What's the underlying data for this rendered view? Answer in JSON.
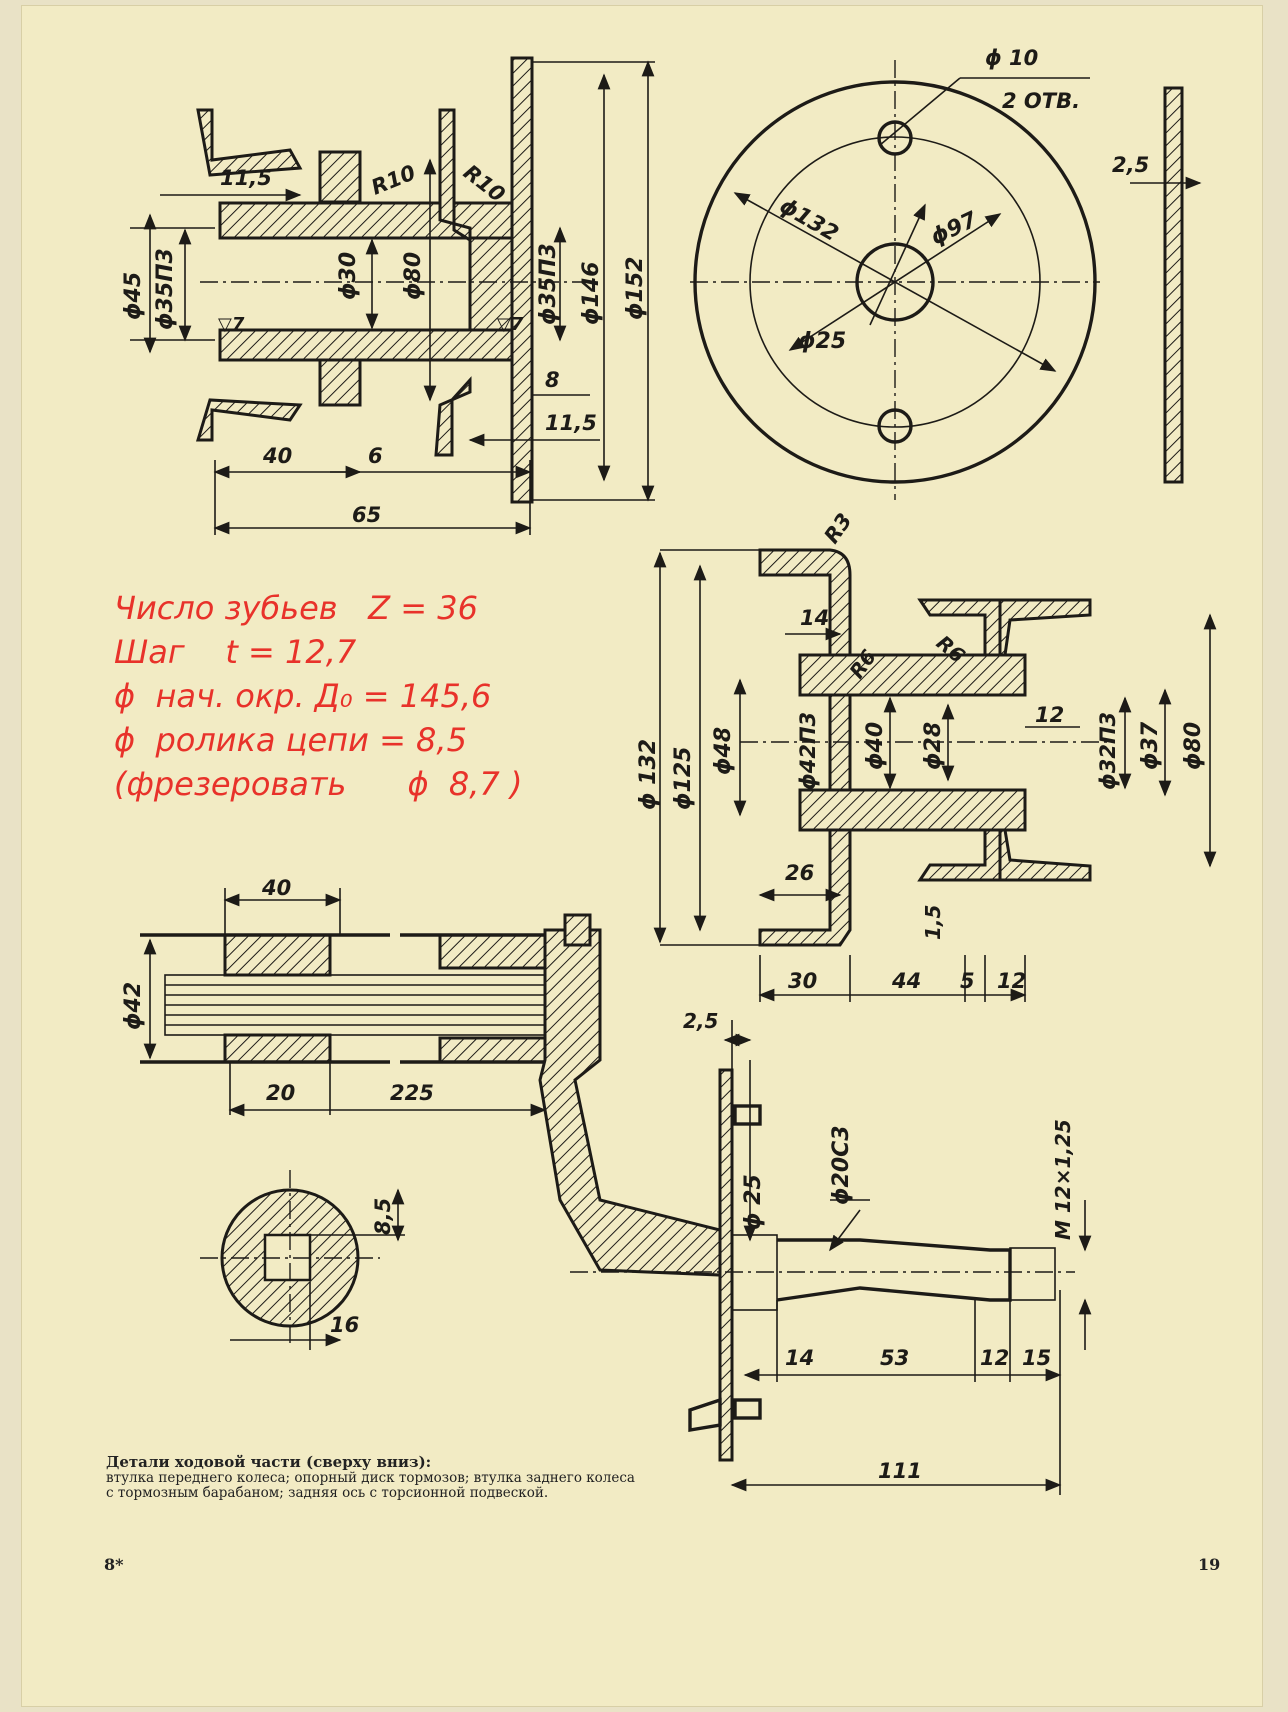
{
  "notes": {
    "line1": "Число зубьев   Z = 36",
    "line2": "Шаг    t = 12,7",
    "line3": "ϕ  нач. окр. Д₀ = 145,6",
    "line4": "ϕ  ролика цепи = 8,5",
    "line5": "(фрезеровать      ϕ  8,7 )"
  },
  "caption": {
    "title": "Детали ходовой части (сверху вниз):",
    "text": "втулка переднего колеса;  опорный диск тормозов;  втулка заднего колеса с тормозным барабаном; задняя ось с торсионной подвеской."
  },
  "page": {
    "left_number": "8*",
    "right_number": "19"
  },
  "dims": {
    "hub1": {
      "d45": "ϕ45",
      "d35p3": "ϕ35П3",
      "d30": "ϕ30",
      "d80": "ϕ80",
      "d35p3b": "ϕ35П3",
      "d146": "ϕ146",
      "d152": "ϕ152",
      "l11_5": "11,5",
      "r10a": "R10",
      "r10b": "R10",
      "l8": "8",
      "l11_5b": "11,5",
      "l40": "40",
      "l6": "6",
      "l65": "65",
      "s7a": "▽7",
      "s7b": "▽7"
    },
    "disk": {
      "d10": "ϕ 10",
      "holes": "2 ОТВ.",
      "d132": "ϕ132",
      "d97": "ϕ97",
      "d25": "ϕ25",
      "t2_5": "2,5"
    },
    "hub2": {
      "r3": "R3",
      "r6a": "R6",
      "r6b": "R6",
      "l14": "14",
      "d132": "ϕ 132",
      "d125": "ϕ125",
      "d48": "ϕ48",
      "d42p3": "ϕ42П3",
      "d40": "ϕ40",
      "d28": "ϕ28",
      "l12": "12",
      "d32p3": "ϕ32П3",
      "d37": "ϕ37",
      "d80": "ϕ80",
      "l26": "26",
      "l1_5": "1,5",
      "l30": "30",
      "l44": "44",
      "l5": "5",
      "l12b": "12"
    },
    "axle": {
      "l40": "40",
      "d42": "ϕ42",
      "l20": "20",
      "l225": "225",
      "l8_5": "8,5",
      "l16": "16",
      "l2_5": "2,5",
      "d25": "ϕ 25",
      "d20c3": "ϕ20С3",
      "m12": "М 12×1,25",
      "l14": "14",
      "l53": "53",
      "l12": "12",
      "l15": "15",
      "l111": "111"
    }
  }
}
